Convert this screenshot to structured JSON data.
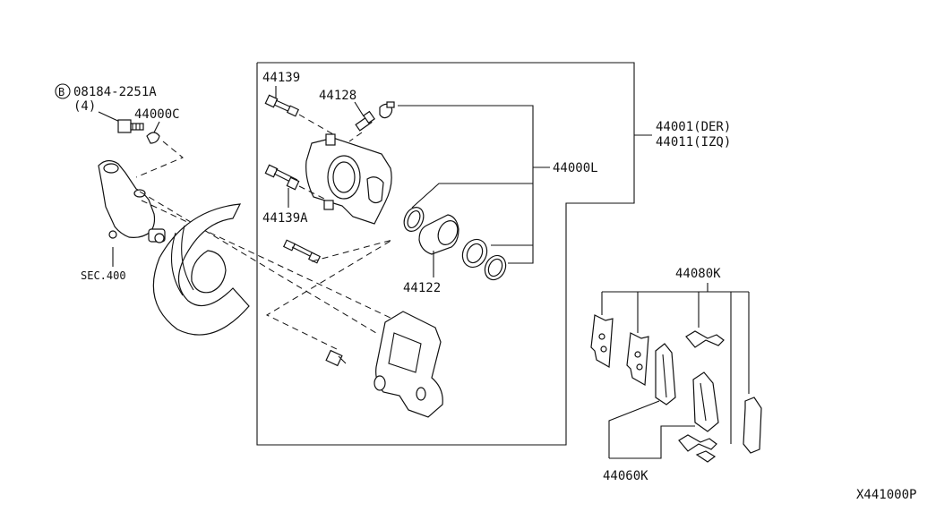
{
  "labels": {
    "bolt_code": "08184-2251A",
    "bolt_code_prefix": "B",
    "bolt_qty": "(4)",
    "p44000C": "44000C",
    "sec400": "SEC.400",
    "p44139": "44139",
    "p44128": "44128",
    "p44139A": "44139A",
    "p44122": "44122",
    "p44000L": "44000L",
    "p44001": "44001(DER)",
    "p44011": "44011(IZQ)",
    "p44080K": "44080K",
    "p44060K": "44060K",
    "diagram_id": "X441000P"
  },
  "colors": {
    "line": "#111111",
    "background": "#ffffff"
  }
}
